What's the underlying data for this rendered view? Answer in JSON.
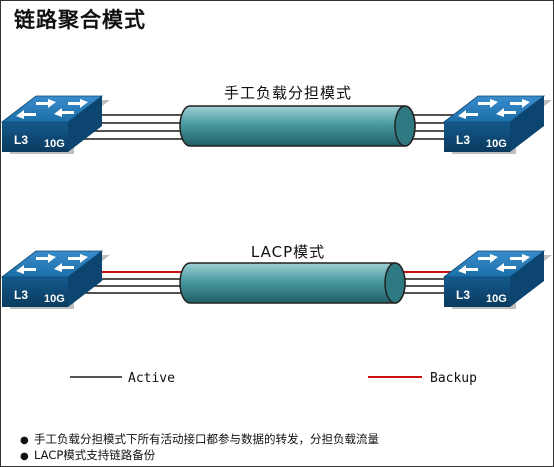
{
  "title": "链路聚合模式",
  "groups": [
    {
      "mode_label": "手工负载分担模式"
    },
    {
      "mode_label": "LACP模式"
    }
  ],
  "switch": {
    "left_text": "L3",
    "right_text": "10G"
  },
  "legend": {
    "active": "Active",
    "backup": "Backup"
  },
  "notes": [
    "手工负载分担模式下所有活动接口都参与数据的转发，分担负载流量",
    "LACP模式支持链路备份"
  ],
  "colors": {
    "active_line": "#1a1a1a",
    "backup_line": "#cc1111",
    "tube_fill": "#4a9aa2",
    "switch_top": "#1b6fa8",
    "switch_side": "#0d4a74"
  }
}
